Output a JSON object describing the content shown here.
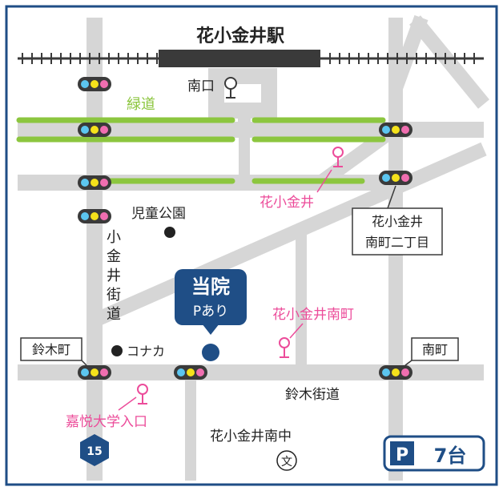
{
  "colors": {
    "road": "#d6d6d6",
    "green_path": "#8cc63f",
    "pink": "#ec4c9a",
    "navy": "#1f4e86",
    "rail": "#3a3a3a",
    "station": "#3a3a3a",
    "signal_blue": "#5cc6f0",
    "signal_yellow": "#f5e21b",
    "signal_pink": "#f06eb0"
  },
  "station": {
    "name": "花小金井駅",
    "exit_label": "南口"
  },
  "green_path_label": "緑道",
  "bus_stops": [
    "花小金井",
    "花小金井南町",
    "嘉悦大学入口"
  ],
  "streets": {
    "koganei_kaido": "小金井街道",
    "suzuki_kaido": "鈴木街道"
  },
  "intersections": {
    "minamicho_2": "花小金井\n南町二丁目",
    "suzukicho": "鈴木町",
    "minamicho": "南町"
  },
  "landmarks": {
    "park": "児童公園",
    "konaka": "コナカ",
    "school": "花小金井南中",
    "school_symbol": "文"
  },
  "clinic": {
    "line1": "当院",
    "line2": "Pあり"
  },
  "route_number": "15",
  "parking": {
    "icon": "P",
    "count": "7台"
  }
}
